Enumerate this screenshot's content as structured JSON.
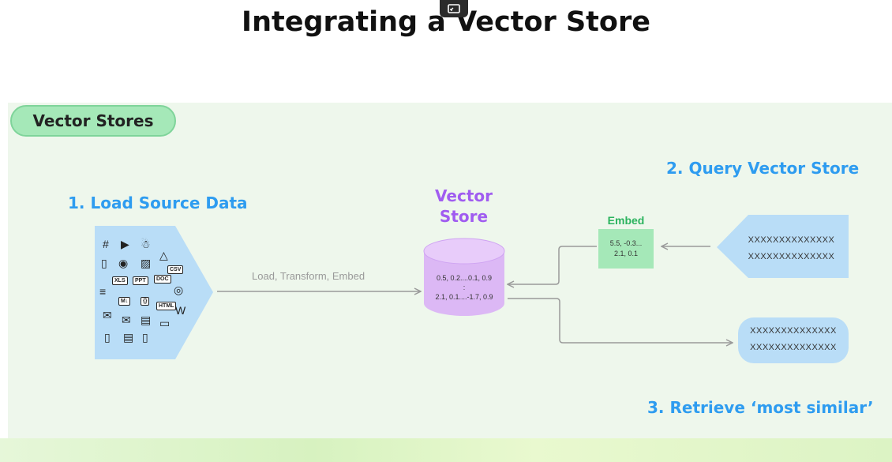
{
  "page_title": "Integrating a Vector Store",
  "section_label": "Vector Stores",
  "steps": {
    "load": "1. Load Source Data",
    "query": "2. Query Vector Store",
    "retrieve": "3. Retrieve ‘most similar’"
  },
  "vector_store": {
    "heading_line1": "Vector",
    "heading_line2": "Store",
    "row1": "0.5, 0.2....0.1, 0.9",
    "ellipsis": ":",
    "row2": "2.1, 0.1....-1.7, 0.9"
  },
  "load_edge_label": "Load, Transform, Embed",
  "embed": {
    "label": "Embed",
    "line1": "5.5, -0.3...",
    "line2": "2.1, 0.1"
  },
  "query_box": {
    "line1": "XXXXXXXXXXXXXX",
    "line2": "XXXXXXXXXXXXXX"
  },
  "result_box": {
    "line1": "XXXXXXXXXXXXXX",
    "line2": "XXXXXXXXXXXXXX"
  },
  "source_icons": [
    {
      "name": "slack-icon",
      "glyph": "#"
    },
    {
      "name": "youtube-icon",
      "glyph": "▶"
    },
    {
      "name": "discord-icon",
      "glyph": "☃"
    },
    {
      "name": "file-icon",
      "glyph": "▯"
    },
    {
      "name": "github-icon",
      "glyph": "◉"
    },
    {
      "name": "image-icon",
      "glyph": "▨"
    },
    {
      "name": "google-drive-icon",
      "glyph": "△"
    },
    {
      "name": "csv-file-icon",
      "glyph": "CSV"
    },
    {
      "name": "text-file-icon",
      "glyph": "≡"
    },
    {
      "name": "xls-file-icon",
      "glyph": "XLS"
    },
    {
      "name": "ppt-file-icon",
      "glyph": "PPT"
    },
    {
      "name": "doc-file-icon",
      "glyph": "DOC"
    },
    {
      "name": "web-icon",
      "glyph": "◎"
    },
    {
      "name": "markdown-icon",
      "glyph": "M↓"
    },
    {
      "name": "json-file-icon",
      "glyph": "{}"
    },
    {
      "name": "html-icon",
      "glyph": "HTML"
    },
    {
      "name": "wikipedia-icon",
      "glyph": "W"
    },
    {
      "name": "twitter-icon",
      "glyph": "✉"
    },
    {
      "name": "email-icon",
      "glyph": "✉"
    },
    {
      "name": "notes-icon",
      "glyph": "▤"
    },
    {
      "name": "folder-icon",
      "glyph": "▭"
    },
    {
      "name": "file-icon",
      "glyph": "▯"
    },
    {
      "name": "file-icon",
      "glyph": "▤"
    },
    {
      "name": "file-icon",
      "glyph": "▯"
    }
  ],
  "colors": {
    "slide_background": "#eef7ec",
    "step_blue": "#2e9cf0",
    "vector_store_purple": "#a05cf0",
    "cylinder_fill": "#dcb8f5",
    "embed_green": "#a5e8b8",
    "embed_label_green": "#2bb35e",
    "query_blue": "#b9ddf7",
    "arrow_gray": "#9a9a9a"
  }
}
